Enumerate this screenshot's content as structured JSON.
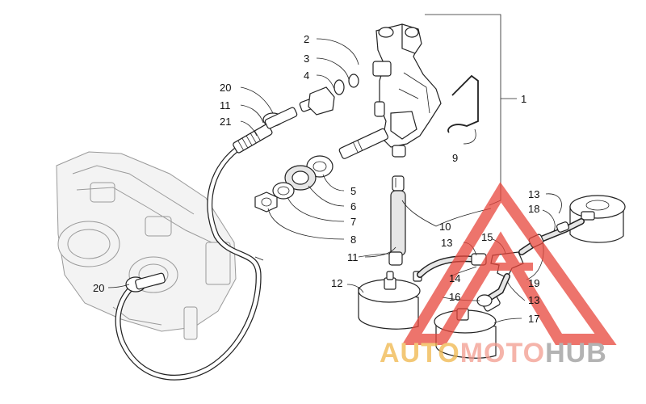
{
  "callouts": [
    {
      "id": "c2",
      "text": "2",
      "color": "#111111"
    },
    {
      "id": "c3",
      "text": "3",
      "color": "#111111"
    },
    {
      "id": "c4",
      "text": "4",
      "color": "#111111"
    },
    {
      "id": "c20a",
      "text": "20",
      "color": "#111111"
    },
    {
      "id": "c11a",
      "text": "11",
      "color": "#111111"
    },
    {
      "id": "c21",
      "text": "21",
      "color": "#111111"
    },
    {
      "id": "c1",
      "text": "1",
      "color": "#111111"
    },
    {
      "id": "c9",
      "text": "9",
      "color": "#111111"
    },
    {
      "id": "c5",
      "text": "5",
      "color": "#111111"
    },
    {
      "id": "c6",
      "text": "6",
      "color": "#111111"
    },
    {
      "id": "c7",
      "text": "7",
      "color": "#111111"
    },
    {
      "id": "c8",
      "text": "8",
      "color": "#111111"
    },
    {
      "id": "c10",
      "text": "10",
      "color": "#111111"
    },
    {
      "id": "c11b",
      "text": "11",
      "color": "#111111"
    },
    {
      "id": "c12",
      "text": "12",
      "color": "#111111"
    },
    {
      "id": "c13a",
      "text": "13",
      "color": "#111111"
    },
    {
      "id": "c13b",
      "text": "13",
      "color": "#111111"
    },
    {
      "id": "c13c",
      "text": "13",
      "color": "#c0392b"
    },
    {
      "id": "c14",
      "text": "14",
      "color": "#c0392b"
    },
    {
      "id": "c15",
      "text": "15",
      "color": "#c0392b"
    },
    {
      "id": "c16",
      "text": "16",
      "color": "#111111"
    },
    {
      "id": "c17",
      "text": "17",
      "color": "#111111"
    },
    {
      "id": "c18",
      "text": "18",
      "color": "#c0392b"
    },
    {
      "id": "c19",
      "text": "19",
      "color": "#111111"
    },
    {
      "id": "c20b",
      "text": "20",
      "color": "#111111"
    }
  ],
  "watermark": {
    "part1": "AUTO",
    "part2": "MOTO",
    "part3": "HUB",
    "color1": "#f0b64a",
    "color2": "#f29b8e",
    "color3": "#9a9a9a",
    "triangle_color": "#e8463c"
  }
}
